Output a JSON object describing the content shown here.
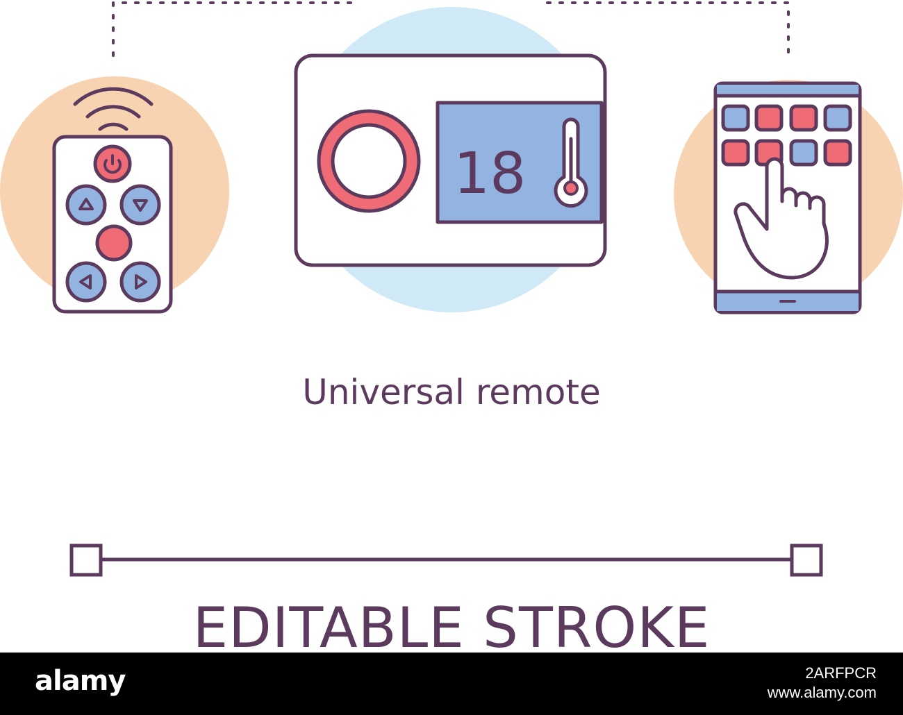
{
  "caption": "Universal remote",
  "label": "EDITABLE STROKE",
  "thermostat": {
    "temperature": "18"
  },
  "footer": {
    "brand": "alamy",
    "image_id": "2ARFPCR",
    "url": "www.alamy.com"
  },
  "colors": {
    "stroke": "#5b3a5e",
    "peach": "#f8d3b2",
    "sky": "#cfe9f6",
    "blue": "#93b4e0",
    "red": "#ef6b76",
    "footer_bg": "#000000"
  },
  "icons": [
    "remote-control-icon",
    "thermostat-icon",
    "tablet-touch-icon",
    "wifi-signal-icon",
    "power-icon",
    "thermometer-icon",
    "hand-pointer-icon"
  ]
}
